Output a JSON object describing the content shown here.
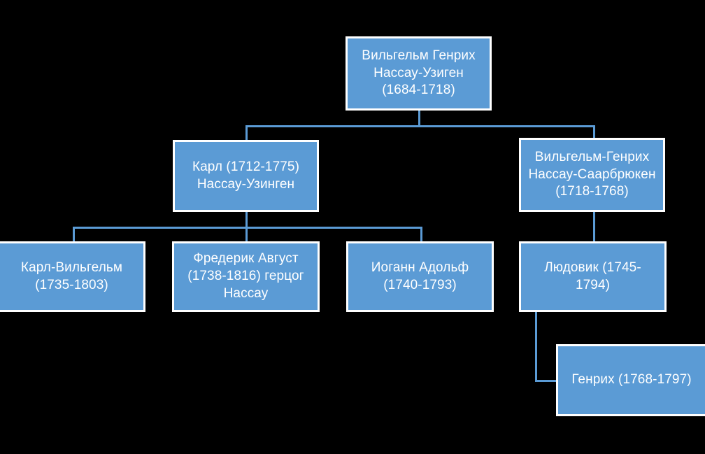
{
  "diagram": {
    "type": "family-tree",
    "title": "Nassau-Usingen / Nassau-Saarbruecken genealogy",
    "colors": {
      "background": "#000000",
      "node_fill": "#5B9BD5",
      "node_border": "#FFFFFF",
      "connector": "#5B9BD5",
      "node_text": "#FFFFFF"
    },
    "nodes": [
      {
        "id": "wilhelm-heinrich-nassau-usigen",
        "label": "Вильгельм Генрих\nНассау-Узиген\n(1684-1718)",
        "generation": 1
      },
      {
        "id": "karl-nassau-usingen",
        "label": "Карл (1712-1775)\nНассау-Узинген",
        "generation": 2
      },
      {
        "id": "wilhelm-heinrich-nassau-saarbruecken",
        "label": "Вильгельм-Генрих\nНассау-Саарбрюкен\n(1718-1768)",
        "generation": 2
      },
      {
        "id": "karl-wilhelm",
        "label": "Карл-Вильгельм\n(1735-1803)",
        "generation": 3
      },
      {
        "id": "frederik-avgust",
        "label": "Фредерик Август\n(1738-1816) герцог\nНассау",
        "generation": 3
      },
      {
        "id": "iogann-adolf",
        "label": "Иоганн Адольф\n(1740-1793)",
        "generation": 3
      },
      {
        "id": "lyudovik",
        "label": "Людовик (1745-\n1794)",
        "generation": 3
      },
      {
        "id": "genrih",
        "label": "Генрих (1768-1797)",
        "generation": 4
      }
    ],
    "edges": [
      {
        "from": "wilhelm-heinrich-nassau-usigen",
        "to": "karl-nassau-usingen"
      },
      {
        "from": "wilhelm-heinrich-nassau-usigen",
        "to": "wilhelm-heinrich-nassau-saarbruecken"
      },
      {
        "from": "karl-nassau-usingen",
        "to": "karl-wilhelm"
      },
      {
        "from": "karl-nassau-usingen",
        "to": "frederik-avgust"
      },
      {
        "from": "karl-nassau-usingen",
        "to": "iogann-adolf"
      },
      {
        "from": "wilhelm-heinrich-nassau-saarbruecken",
        "to": "lyudovik"
      },
      {
        "from": "lyudovik",
        "to": "genrih"
      }
    ]
  }
}
